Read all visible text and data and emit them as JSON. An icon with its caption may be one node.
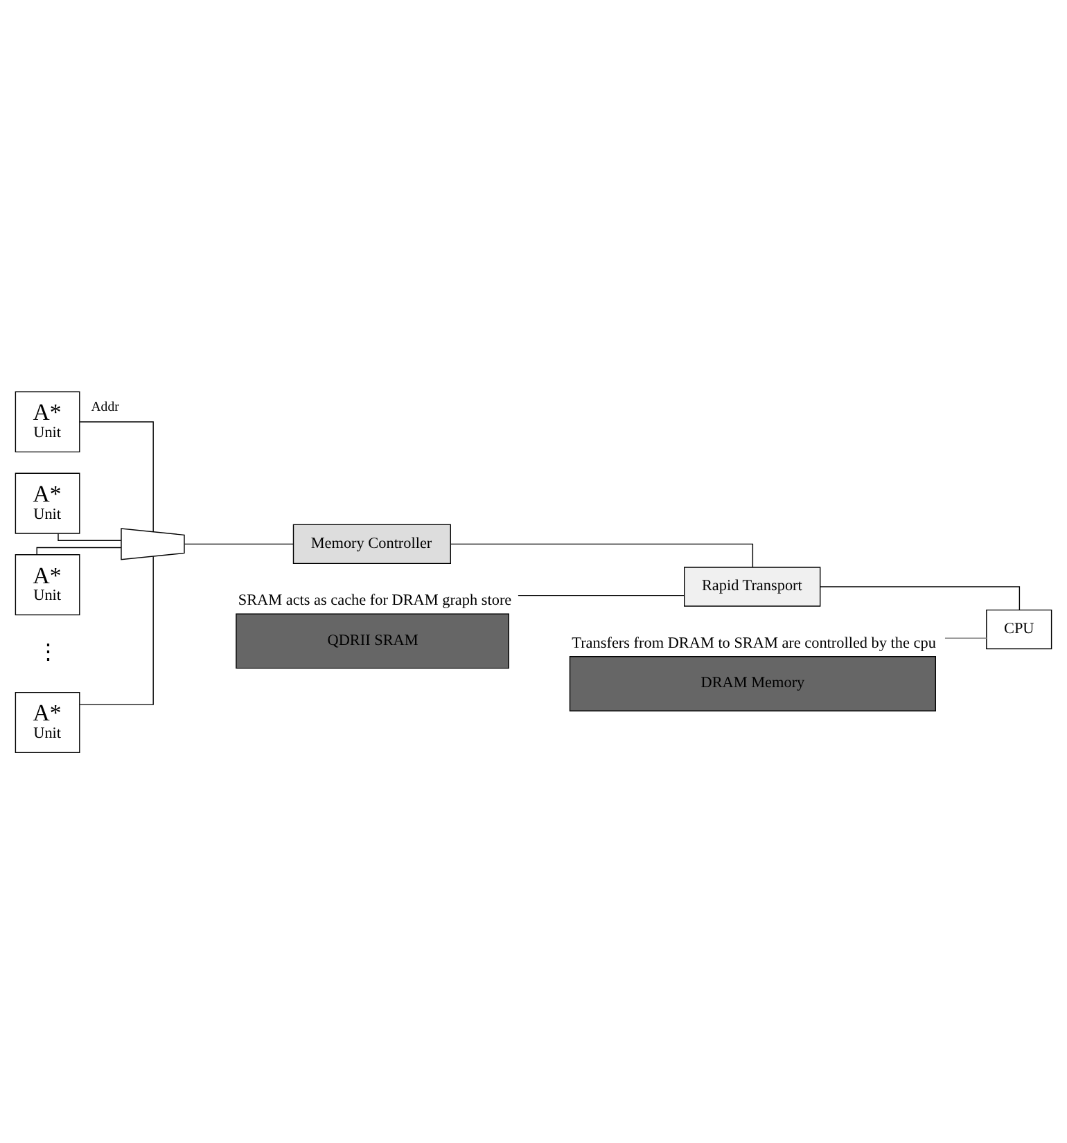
{
  "diagram": {
    "nodes": [
      {
        "text": [
          "A*",
          "Unit"
        ]
      },
      {
        "text": [
          "A*",
          "Unit"
        ]
      },
      {
        "text": [
          "A*",
          "Unit"
        ]
      },
      {
        "text": [
          "A*",
          "Unit"
        ]
      },
      {
        "text": [],
        "shape": "trapezoid"
      },
      {
        "text": [
          "Memory Controller"
        ]
      },
      {
        "text": [
          "QDRII SRAM"
        ],
        "beside": [
          "SRAM acts as cache for DRAM graph store"
        ]
      },
      {
        "text": [
          "Rapid Transport"
        ]
      },
      {
        "text": [
          "CPU"
        ]
      },
      {
        "text": [
          "DRAM Memory"
        ],
        "beside": [
          "Transfers from DRAM to SRAM are controlled by the cpu"
        ]
      }
    ],
    "edges": [
      {
        "from": 0,
        "to": 4,
        "arrow": "none",
        "label": "Addr"
      },
      {
        "from": 1,
        "to": 4,
        "arrow": "none"
      },
      {
        "from": 2,
        "to": 4,
        "arrow": "none"
      },
      {
        "from": 3,
        "to": 4,
        "arrow": "none"
      },
      {
        "from": 4,
        "to": 5,
        "arrow": "none"
      },
      {
        "from": 5,
        "to": 7,
        "arrow": "none"
      },
      {
        "from": 6,
        "to": 7,
        "arrow": "none"
      },
      {
        "from": 7,
        "to": 8,
        "arrow": "none"
      },
      {
        "from": 9,
        "to": 8,
        "arrow": "none",
        "color": "#808080"
      }
    ],
    "labels": [
      "⋮"
    ]
  }
}
